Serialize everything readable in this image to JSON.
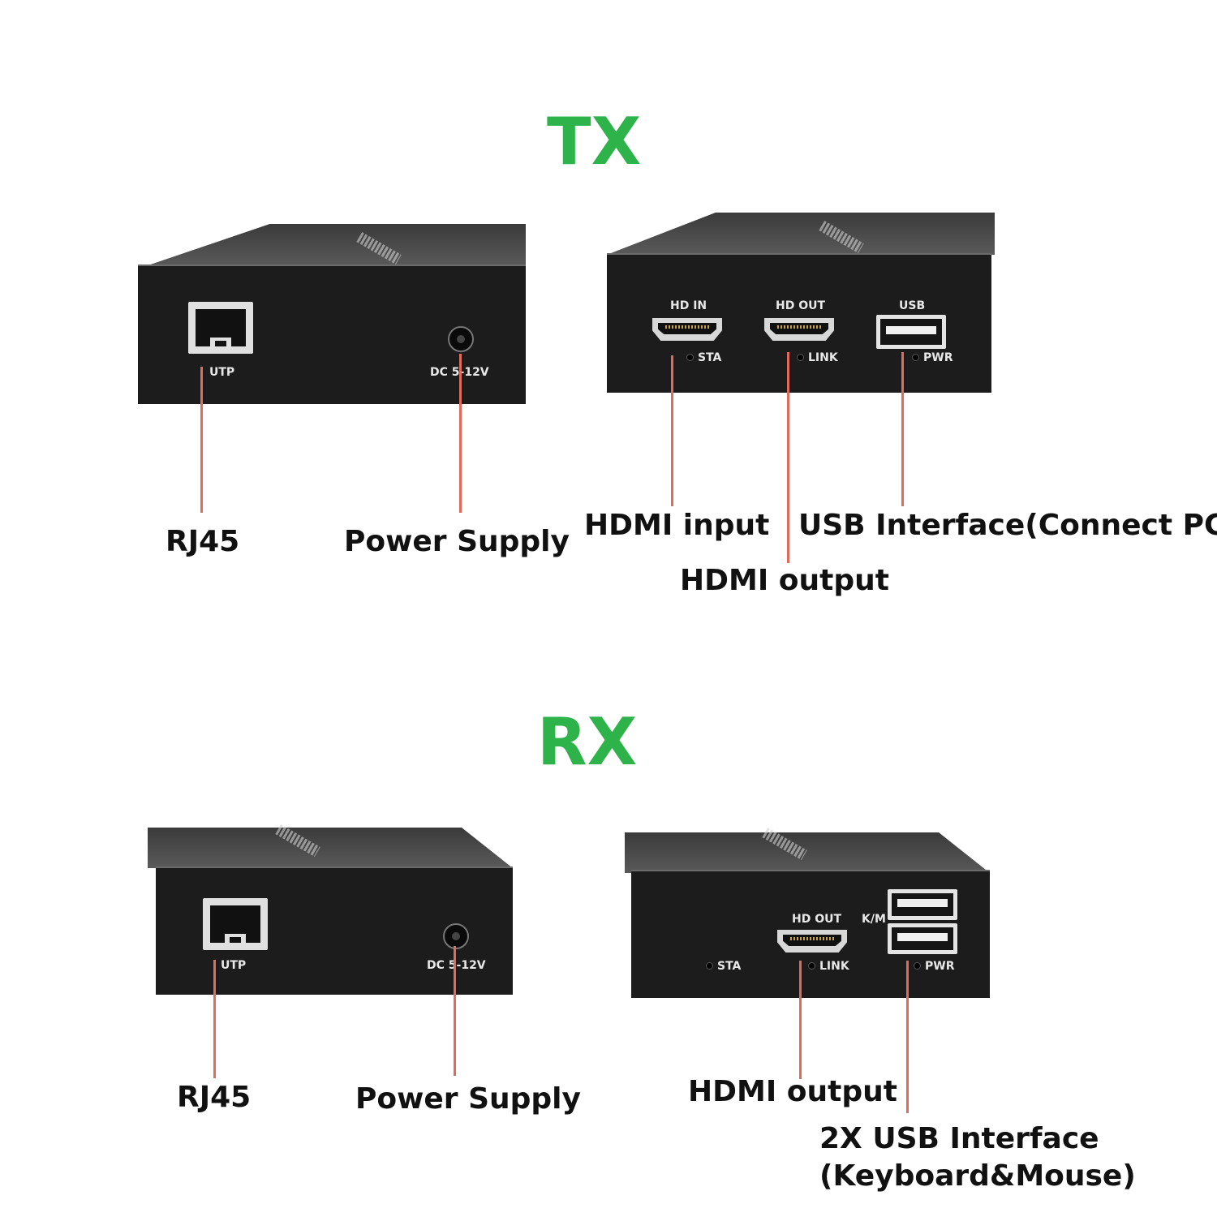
{
  "colors": {
    "title": "#2db34a",
    "leader": "#e06b5b",
    "device_front": "#1c1c1c",
    "callout_text": "#111111"
  },
  "tx": {
    "title": "TX",
    "unit1": {
      "utp_label": "UTP",
      "dc_label": "DC 5-12V",
      "callouts": {
        "rj45": "RJ45",
        "power": "Power Supply"
      }
    },
    "unit2": {
      "hd_in_label": "HD IN",
      "hd_out_label": "HD OUT",
      "usb_label": "USB",
      "sta_label": "STA",
      "link_label": "LINK",
      "pwr_label": "PWR",
      "callouts": {
        "hdmi_input": "HDMI input",
        "hdmi_output": "HDMI output",
        "usb": "USB Interface(Connect PC)"
      }
    }
  },
  "rx": {
    "title": "RX",
    "unit1": {
      "utp_label": "UTP",
      "dc_label": "DC 5-12V",
      "callouts": {
        "rj45": "RJ45",
        "power": "Power Supply"
      }
    },
    "unit2": {
      "hd_out_label": "HD OUT",
      "km_label": "K/M",
      "sta_label": "STA",
      "link_label": "LINK",
      "pwr_label": "PWR",
      "callouts": {
        "hdmi_output": "HDMI output",
        "usb_line1": "2X USB Interface",
        "usb_line2": "(Keyboard&Mouse)"
      }
    }
  }
}
